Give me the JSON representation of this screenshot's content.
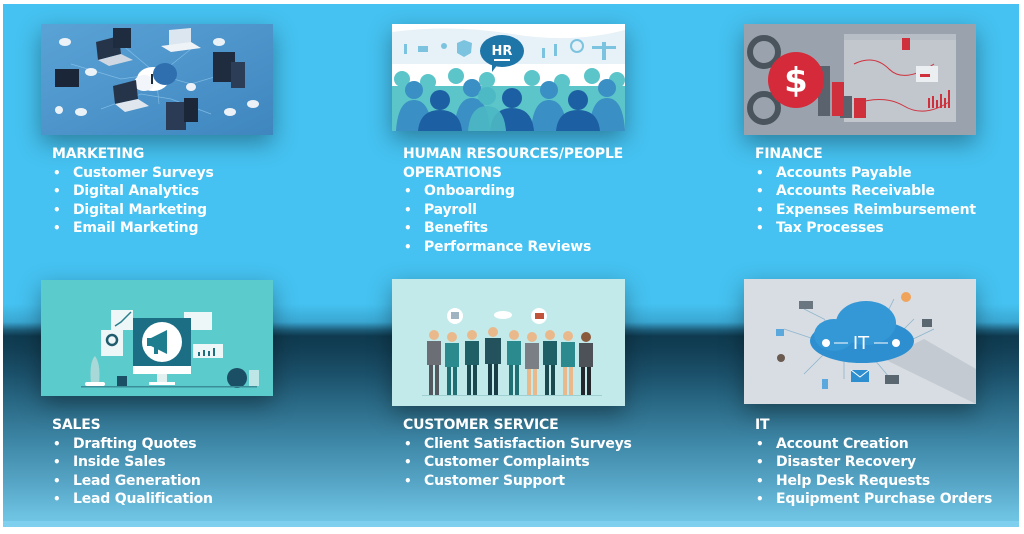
{
  "colors": {
    "background_top": "#45c2f1",
    "background_band": "#0f3a4f",
    "background_bottom": "#73c8e8",
    "text": "#ffffff"
  },
  "departments": [
    {
      "id": "marketing",
      "heading": "MARKETING",
      "image": "network-cloud-illustration",
      "items": [
        "Customer Surveys",
        "Digital Analytics",
        "Digital Marketing",
        "Email Marketing"
      ]
    },
    {
      "id": "hr",
      "heading_line1": "HUMAN RESOURCES/PEOPLE",
      "heading_line2": "OPERATIONS",
      "image": "hr-crowd-illustration",
      "image_badge": "HR",
      "items": [
        "Onboarding",
        "Payroll",
        "Benefits",
        "Performance Reviews"
      ]
    },
    {
      "id": "finance",
      "heading": "FINANCE",
      "image": "finance-dollar-illustration",
      "image_badge": "$",
      "items": [
        "Accounts Payable",
        "Accounts Receivable",
        "Expenses Reimbursement",
        "Tax Processes"
      ]
    },
    {
      "id": "sales",
      "heading": "SALES",
      "image": "megaphone-monitor-illustration",
      "items": [
        "Drafting Quotes",
        "Inside Sales",
        "Lead Generation",
        "Lead Qualification"
      ]
    },
    {
      "id": "customer-service",
      "heading": "CUSTOMER SERVICE",
      "image": "team-people-illustration",
      "items": [
        "Client Satisfaction Surveys",
        "Customer Complaints",
        "Customer Support"
      ]
    },
    {
      "id": "it",
      "heading": "IT",
      "image": "it-cloud-illustration",
      "image_badge": "IT",
      "items": [
        "Account Creation",
        "Disaster Recovery",
        "Help Desk Requests",
        "Equipment Purchase Orders"
      ]
    }
  ],
  "bullet_glyph": "•"
}
